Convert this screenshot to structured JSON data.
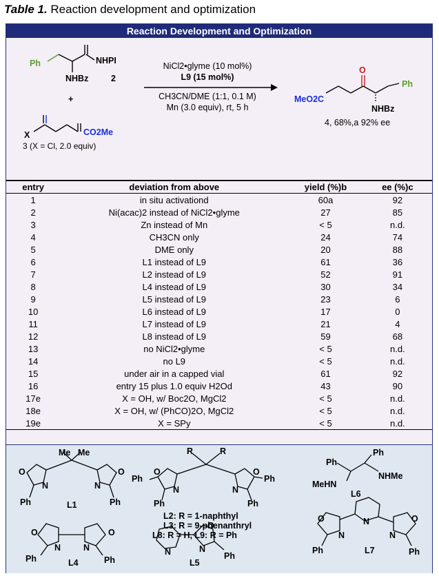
{
  "caption": {
    "label": "Table 1.",
    "text": "Reaction development and optimization"
  },
  "header": "Reaction Development and Optimization",
  "scheme": {
    "reagent_top": "Ph",
    "reagent_amide": "NHPI",
    "reagent_nhbz": "NHBz",
    "reagent_num": "2",
    "plus": "+",
    "acyl_x": "X",
    "acyl_co2me": "CO2Me",
    "acyl_label": "3 (X = Cl, 2.0 equiv)",
    "cond1": "NiCl2•glyme (10 mol%)",
    "cond2": "L9 (15 mol%)",
    "cond3": "CH3CN/DME (1:1, 0.1 M)",
    "cond4": "Mn (3.0 equiv), rt, 5 h",
    "prod_ester": "MeO2C",
    "prod_ph": "Ph",
    "prod_nhbz": "NHBz",
    "prod_o": "O",
    "prod_label": "4, 68%,a 92% ee"
  },
  "table": {
    "headers": [
      "entry",
      "deviation from above",
      "yield (%)b",
      "ee (%)c"
    ],
    "rows": [
      [
        "1",
        "in situ activationd",
        "60a",
        "92"
      ],
      [
        "2",
        "Ni(acac)2 instead of NiCl2•glyme",
        "27",
        "85"
      ],
      [
        "3",
        "Zn instead of Mn",
        "< 5",
        "n.d."
      ],
      [
        "4",
        "CH3CN only",
        "24",
        "74"
      ],
      [
        "5",
        "DME only",
        "20",
        "88"
      ],
      [
        "6",
        "L1 instead of L9",
        "61",
        "36"
      ],
      [
        "7",
        "L2 instead of L9",
        "52",
        "91"
      ],
      [
        "8",
        "L4 instead of L9",
        "30",
        "34"
      ],
      [
        "9",
        "L5 instead of L9",
        "23",
        "6"
      ],
      [
        "10",
        "L6 instead of L9",
        "17",
        "0"
      ],
      [
        "11",
        "L7 instead of L9",
        "21",
        "4"
      ],
      [
        "12",
        "L8 instead of L9",
        "59",
        "68"
      ],
      [
        "13",
        "no NiCl2•glyme",
        "< 5",
        "n.d."
      ],
      [
        "14",
        "no L9",
        "< 5",
        "n.d."
      ],
      [
        "15",
        "under air in a capped vial",
        "61",
        "92"
      ],
      [
        "16",
        "entry 15 plus 1.0 equiv H2Od",
        "43",
        "90"
      ],
      [
        "17e",
        "X = OH, w/ Boc2O, MgCl2",
        "< 5",
        "n.d."
      ],
      [
        "18e",
        "X = OH, w/ (PhCO)2O, MgCl2",
        "< 5",
        "n.d."
      ],
      [
        "19e",
        "X = SPy",
        "< 5",
        "n.d."
      ]
    ]
  },
  "ligands": {
    "L1": "L1",
    "L2": "L2: R = 1-naphthyl",
    "L3": "L3: R = 9-phenanthryl",
    "L8": "L8: R = H, L9: R = Ph",
    "L4": "L4",
    "L5": "L5",
    "L6": "L6",
    "L7": "L7",
    "ph": "Ph",
    "me": "Me",
    "r": "R",
    "n": "N",
    "o": "O",
    "meh_n": "MeHN",
    "nhme": "NHMe"
  }
}
